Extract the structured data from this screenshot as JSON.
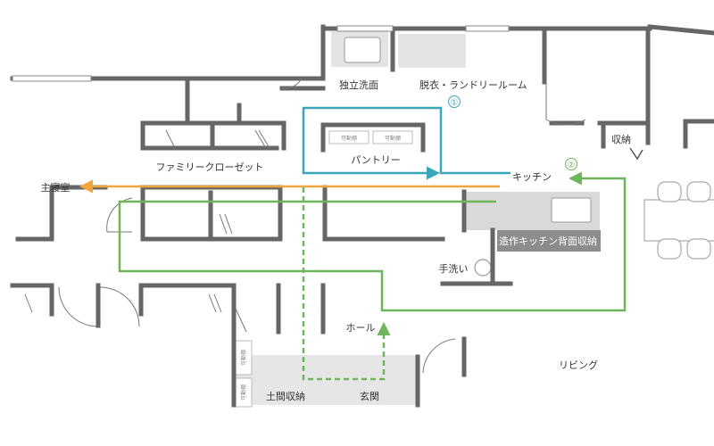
{
  "rooms": {
    "dokuritsu_senmen": "独立洗面",
    "datsui_laundry": "脱衣・ランドリールーム",
    "shuno": "収納",
    "pantry": "パントリー",
    "kitchen": "キッチン",
    "family_closet": "ファミリークローゼット",
    "shushinshitsu": "主寝室",
    "kitchen_back_storage": "造作キッチン背面収納",
    "tearai": "手洗い",
    "hall": "ホール",
    "doma_shuno": "土間収納",
    "genkan": "玄関",
    "living": "リビング"
  },
  "shelves": {
    "pantry_shelf_1": "可動棚",
    "pantry_shelf_2": "可動棚",
    "doma_shelf_1": "可動棚",
    "doma_shelf_2": "可動棚"
  },
  "routes": {
    "route1": {
      "number": "①",
      "color": "#3aa6b9"
    },
    "route2": {
      "number": "②",
      "color": "#6fb55c"
    },
    "route_bedroom": {
      "color": "#f0a43c"
    },
    "route_entrance": {
      "color": "#6fb55c"
    }
  },
  "colors": {
    "wall": "#666666",
    "fixture_fill": "#e4e4e4",
    "counter_fill": "#d9d9d9",
    "storage_fill": "#8c8c8c"
  }
}
